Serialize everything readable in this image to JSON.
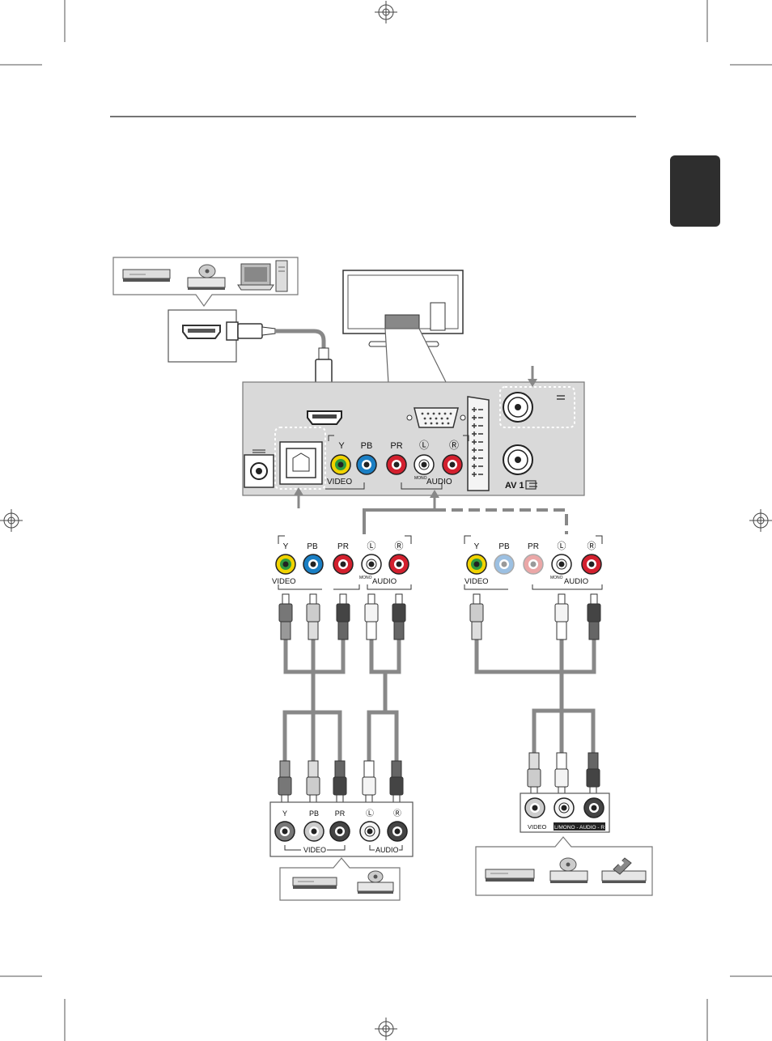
{
  "tv_panel": {
    "component_labels": [
      "Y",
      "PB",
      "PR",
      "Ⓛ",
      "Ⓡ"
    ],
    "video_label": "VIDEO",
    "mono_label": "MONO",
    "audio_label": "AUDIO",
    "av_label": "AV 1"
  },
  "cable_left": {
    "labels": [
      "Y",
      "PB",
      "PR",
      "Ⓛ",
      "Ⓡ"
    ],
    "video_label": "VIDEO",
    "mono_label": "MONO",
    "audio_label": "AUDIO"
  },
  "cable_right": {
    "labels": [
      "Y",
      "PB",
      "PR",
      "Ⓛ",
      "Ⓡ"
    ],
    "video_label": "VIDEO",
    "mono_label": "MONO",
    "audio_label": "AUDIO"
  },
  "device_left": {
    "labels": [
      "Y",
      "PB",
      "PR",
      "Ⓛ",
      "Ⓡ"
    ],
    "video_label": "VIDEO",
    "audio_label": "AUDIO"
  },
  "device_right": {
    "video_label": "VIDEO",
    "audio_label": "L/MONO - AUDIO - R"
  },
  "colors": {
    "yellow": "#f1d300",
    "green": "#2f9a3e",
    "blue": "#1a7fc4",
    "red": "#d3202e",
    "white": "#ffffff",
    "panel_grey": "#d9d9d9",
    "cable_grey": "#8a8a8a",
    "tab": "#2e2e2e"
  }
}
